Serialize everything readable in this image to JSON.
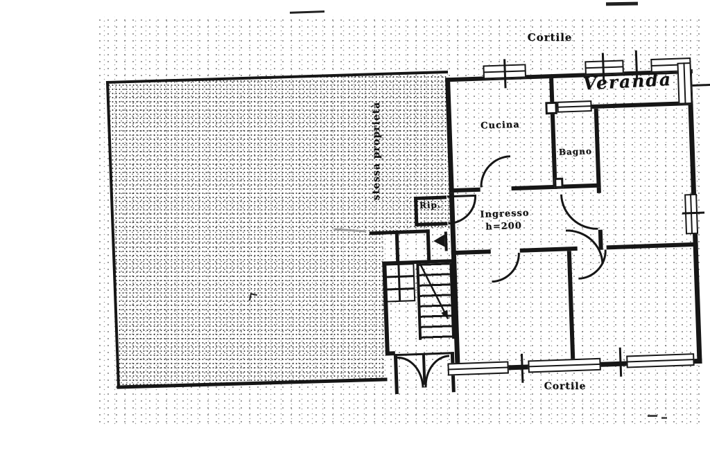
{
  "labels": {
    "cortile_top": "Cortile",
    "cortile_bottom": "Cortile",
    "veranda": "Veranda",
    "cucina": "Cucina",
    "bagno": "Bagno",
    "rip": "Rip.",
    "ingresso": "Ingresso",
    "ingresso_height": "h=200",
    "stessa_proprieta": "stessa proprietà"
  },
  "colors": {
    "ink": "#161616",
    "paper": "#ffffff"
  }
}
